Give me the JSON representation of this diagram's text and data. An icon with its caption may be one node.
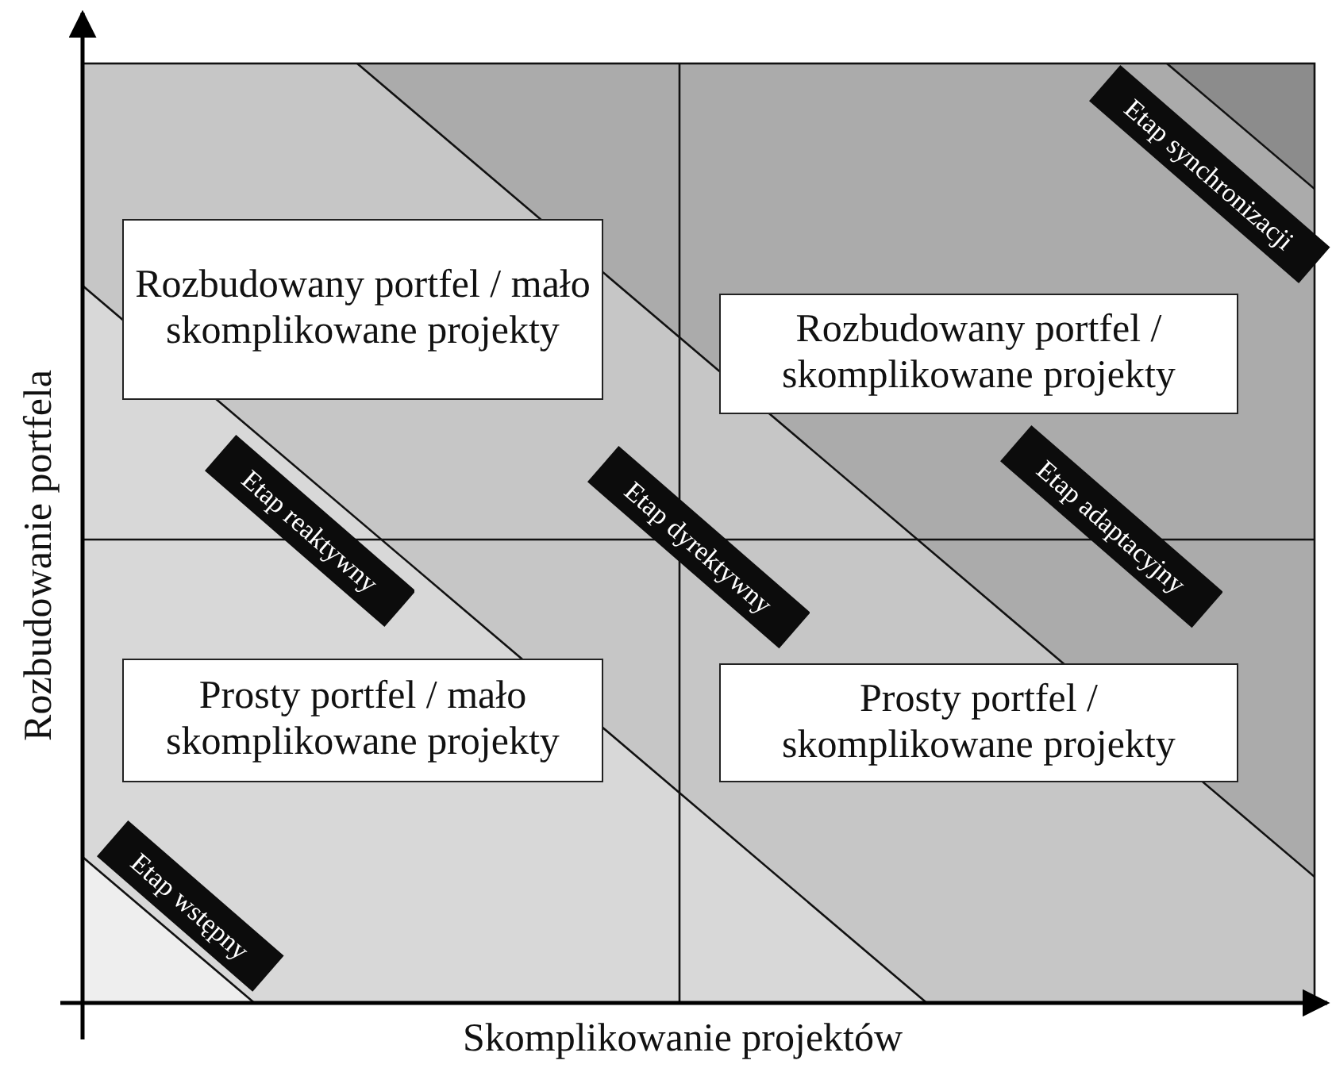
{
  "diagram": {
    "nodes": [
      {
        "text": [
          "Rozbudowany portfel / mało skomplikowane projekty"
        ]
      },
      {
        "text": [
          "Rozbudowany portfel / skomplikowane projekty"
        ]
      },
      {
        "text": [
          "Prosty portfel / mało skomplikowane projekty"
        ]
      },
      {
        "text": [
          "Prosty portfel / skomplikowane projekty"
        ]
      },
      {
        "text": [
          "Etap synchronizacji"
        ]
      },
      {
        "text": [
          "Etap adaptacyjny"
        ]
      },
      {
        "text": [
          "Etap dyrektywny"
        ]
      },
      {
        "text": [
          "Etap reaktywny"
        ]
      },
      {
        "text": [
          "Etap wstępny"
        ]
      }
    ],
    "edges": [],
    "labels": [
      "Rozbudowanie portfela",
      "Skomplikowanie projektów"
    ]
  }
}
